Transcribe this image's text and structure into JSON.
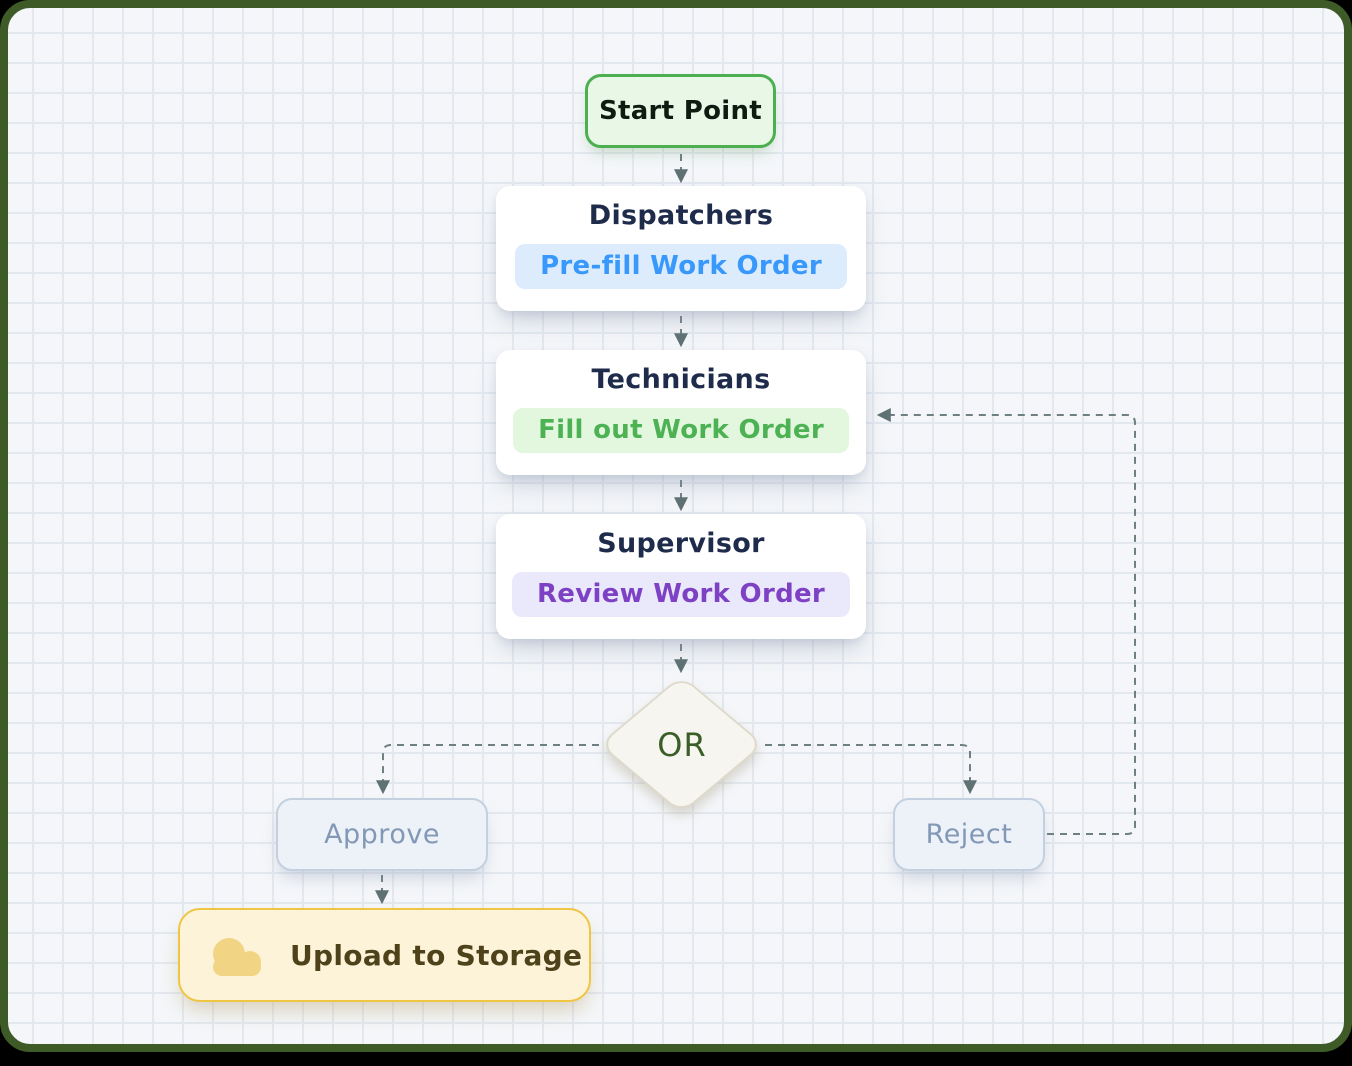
{
  "diagram": {
    "nodes": {
      "start": {
        "label": "Start Point"
      },
      "dispatchers": {
        "title": "Dispatchers",
        "badge": "Pre-fill Work Order"
      },
      "technicians": {
        "title": "Technicians",
        "badge": "Fill out Work Order"
      },
      "supervisor": {
        "title": "Supervisor",
        "badge": "Review Work Order"
      },
      "decision": {
        "label": "OR"
      },
      "approve": {
        "label": "Approve"
      },
      "reject": {
        "label": "Reject"
      },
      "upload": {
        "label": "Upload to Storage",
        "icon": "cloud-icon"
      }
    },
    "edges": [
      {
        "from": "start",
        "to": "dispatchers"
      },
      {
        "from": "dispatchers",
        "to": "technicians"
      },
      {
        "from": "technicians",
        "to": "supervisor"
      },
      {
        "from": "supervisor",
        "to": "decision"
      },
      {
        "from": "decision",
        "to": "approve"
      },
      {
        "from": "decision",
        "to": "reject"
      },
      {
        "from": "approve",
        "to": "upload"
      },
      {
        "from": "reject",
        "to": "technicians"
      }
    ],
    "edge_style": "dashed-arrow"
  },
  "colors": {
    "frame_border": "#3d5a27",
    "canvas_bg": "#f4f6f9",
    "grid_line": "#e3e8ef",
    "connector": "#6e8081",
    "arrowhead": "#5e7173",
    "card_bg": "#ffffff",
    "node_title": "#1e2b4b",
    "start_bg": "#e9f8e6",
    "start_border": "#4caf50",
    "start_text": "#0d1b10",
    "badge_blue_text": "#3898fb",
    "badge_blue_bg": "#dcecfd",
    "badge_green_text": "#4db253",
    "badge_green_bg": "#e2f7de",
    "badge_purple_text": "#7e41c4",
    "badge_purple_bg": "#e9e9fb",
    "or_bg": "#f6f5f0",
    "or_border": "#ded9ca",
    "or_text": "#3a5e28",
    "decision_bg": "#edf2f8",
    "decision_border": "#c2d0e0",
    "decision_text": "#8298b6",
    "upload_bg": "#fdf3d8",
    "upload_border": "#f0c544",
    "upload_icon": "#f2d584",
    "upload_text": "#4e421a"
  }
}
